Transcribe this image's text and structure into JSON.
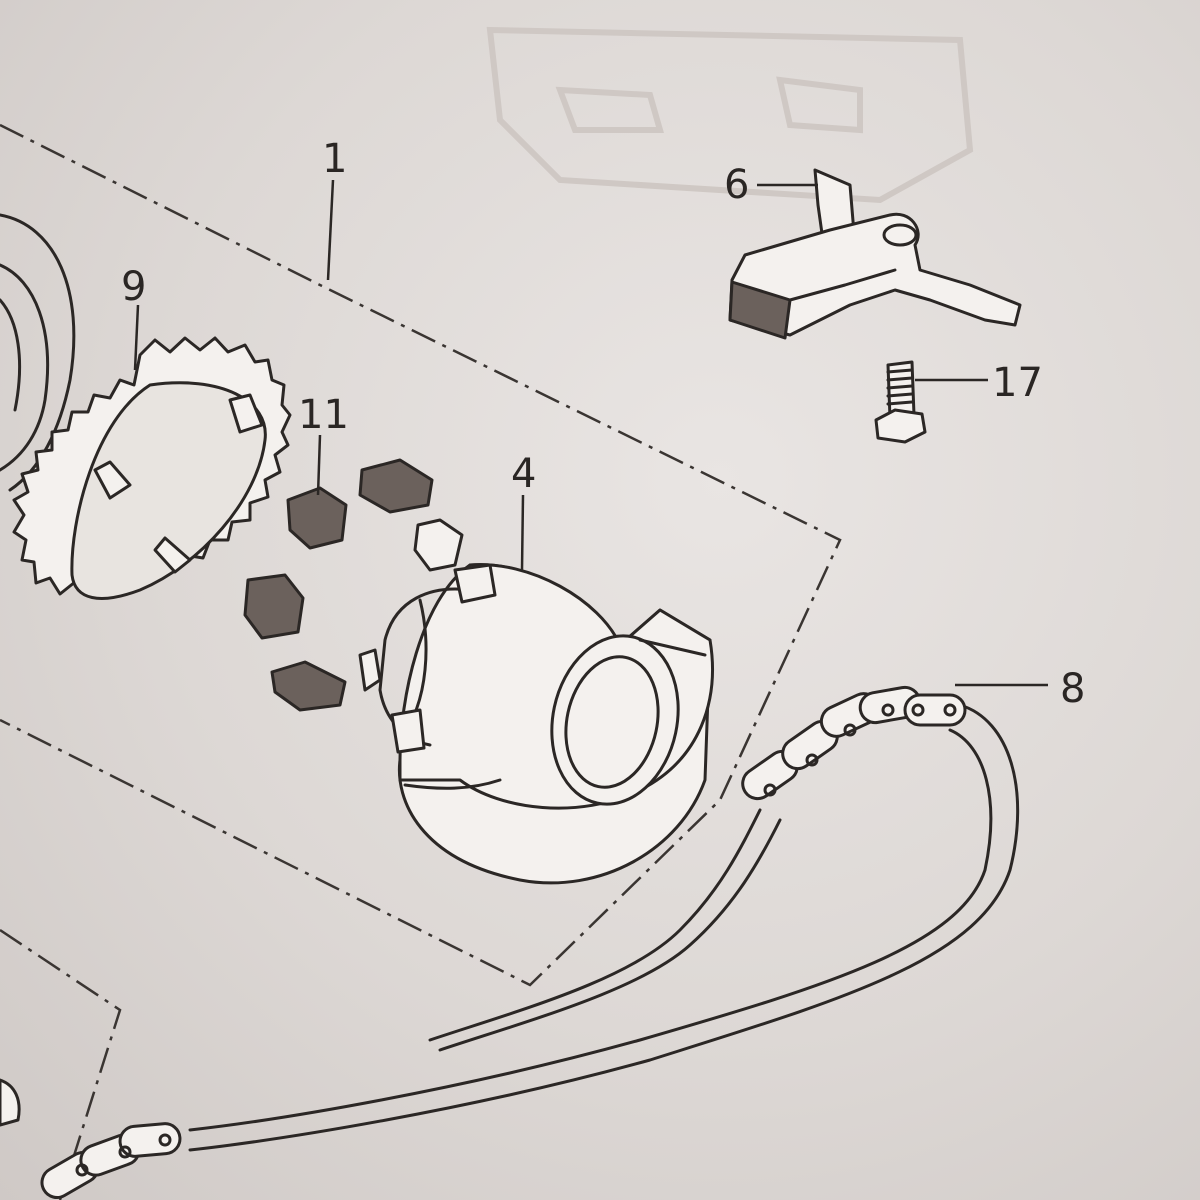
{
  "diagram": {
    "callouts": [
      {
        "id": "callout-1",
        "label": "1"
      },
      {
        "id": "callout-4",
        "label": "4"
      },
      {
        "id": "callout-6",
        "label": "6"
      },
      {
        "id": "callout-8",
        "label": "8"
      },
      {
        "id": "callout-9",
        "label": "9"
      },
      {
        "id": "callout-11",
        "label": "11"
      },
      {
        "id": "callout-17",
        "label": "17"
      }
    ],
    "parts": [
      {
        "name": "assembly-frame",
        "callout": "1"
      },
      {
        "name": "clutch-hub",
        "callout": "4"
      },
      {
        "name": "tensioner-arm",
        "callout": "6"
      },
      {
        "name": "drive-chain",
        "callout": "8"
      },
      {
        "name": "sprocket-ring",
        "callout": "9"
      },
      {
        "name": "cam-shoes",
        "callout": "11"
      },
      {
        "name": "bolt",
        "callout": "17"
      }
    ]
  }
}
